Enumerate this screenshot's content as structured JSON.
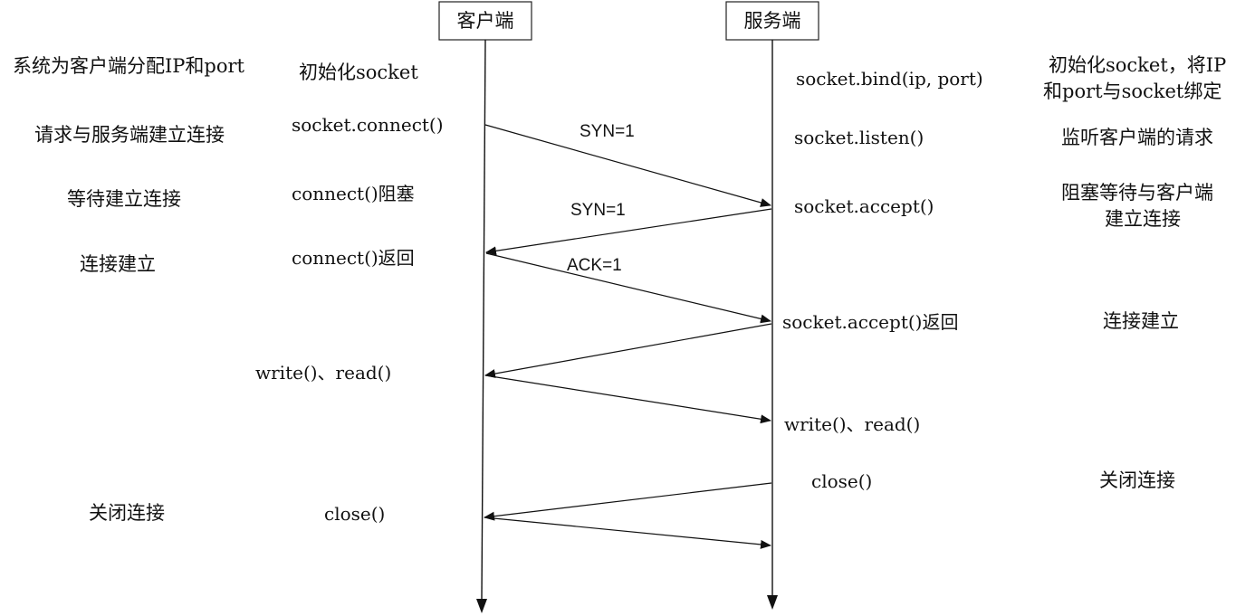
{
  "participants": {
    "client": "客户端",
    "server": "服务端"
  },
  "client_notes": {
    "assign_ip_port": "系统为客户端分配IP和port",
    "request_connect": "请求与服务端建立连接",
    "wait_connect": "等待建立连接",
    "connected": "连接建立",
    "close_connection": "关闭连接"
  },
  "client_calls": {
    "init_socket": "初始化socket",
    "connect": "socket.connect()",
    "connect_block": "connect()阻塞",
    "connect_return": "connect()返回",
    "write_read": "write()、read()",
    "close": "close()"
  },
  "server_calls": {
    "bind": "socket.bind(ip, port)",
    "listen": "socket.listen()",
    "accept": "socket.accept()",
    "accept_return": "socket.accept()返回",
    "write_read": "write()、read()",
    "close": "close()"
  },
  "server_notes": {
    "init_bind_line1": "初始化socket，将IP",
    "init_bind_line2": "和port与socket绑定",
    "listen_requests": "监听客户端的请求",
    "block_wait_line1": "阻塞等待与客户端",
    "block_wait_line2": "建立连接",
    "connected": "连接建立",
    "close_connection": "关闭连接"
  },
  "messages": {
    "syn_1": "SYN=1",
    "syn_2": "SYN=1",
    "ack": "ACK=1"
  },
  "colors": {
    "line": "#111111",
    "text": "#111111",
    "background": "#ffffff"
  }
}
